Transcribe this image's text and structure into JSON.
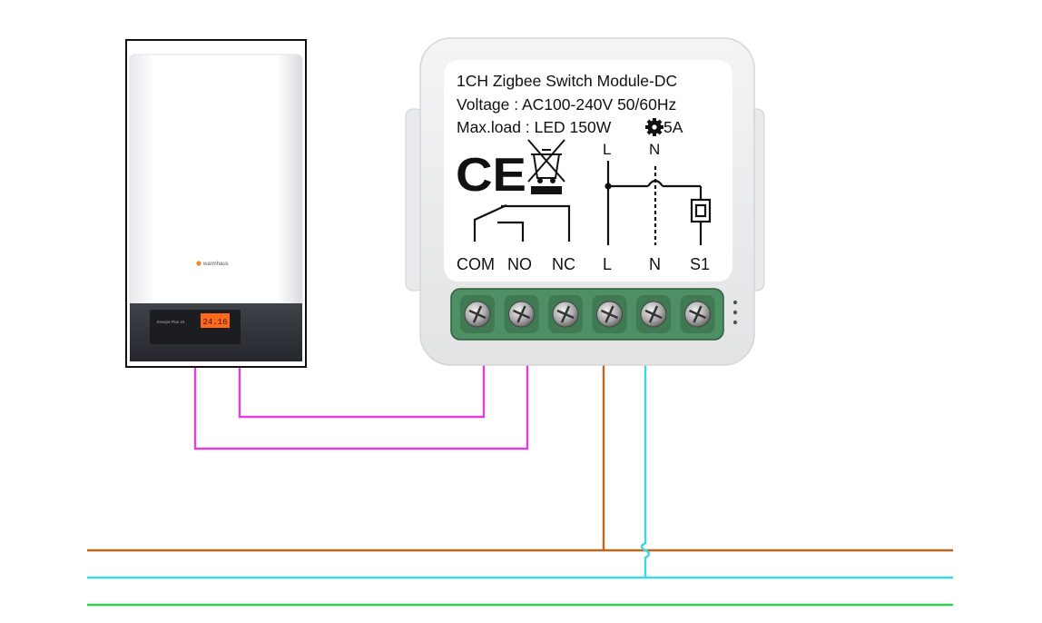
{
  "boiler": {
    "brand": "warmhaus",
    "display_value": "24.16",
    "panel_label": "Enerjet Plus 24"
  },
  "module": {
    "title": "1CH Zigbee Switch Module-DC",
    "voltage": "Voltage : AC100-240V 50/60Hz",
    "max_load_prefix": "Max.load : LED 150W",
    "max_load_suffix": "5A",
    "ce_mark": "CE",
    "terminals_left": [
      "COM",
      "NO",
      "NC"
    ],
    "terminals_right": [
      "L",
      "N",
      "S1"
    ],
    "circuit_top_labels": [
      "L",
      "N"
    ],
    "terminal_count": 6
  },
  "wires": {
    "colors": {
      "boiler_link": "#e23ee0",
      "live": "#c0661d",
      "neutral": "#3fd6e0",
      "earth": "#2fd04a"
    }
  }
}
